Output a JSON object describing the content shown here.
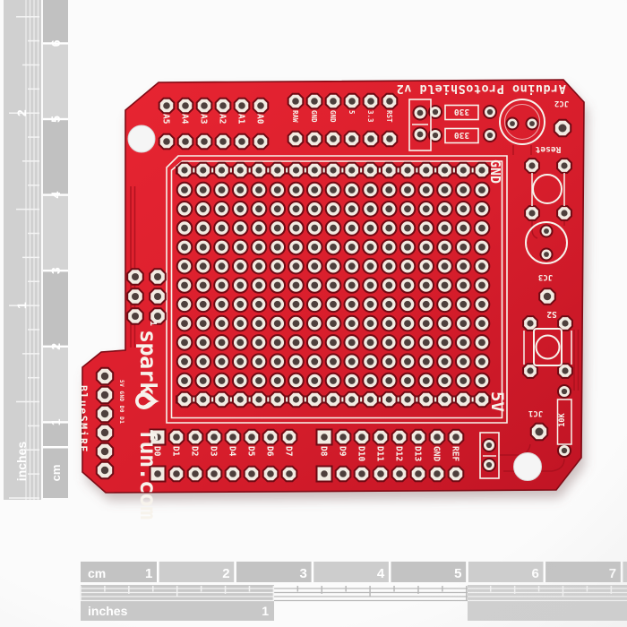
{
  "scene": {
    "type": "product-photo",
    "subject": "red prototyping shield PCB photographed on white background with measurement rulers"
  },
  "colors": {
    "pcb_red": "#e02330",
    "pcb_red_dark": "#c11625",
    "pcb_edge": "#7e0b15",
    "pad_halo": "#6e0a13",
    "silkscreen": "#f7f3ec",
    "pad_ring": "#f2ebe2",
    "pad_hole": "#4e403d",
    "trace": "#a8101d",
    "ruler_gray": "#c3c3c3",
    "ruler_gray_light": "#cfcfcf",
    "ruler_text": "#ffffff"
  },
  "board": {
    "title": "Arduino ProtoShield v2",
    "brand": "sparkfun.com",
    "brand_prefix": "spark",
    "brand_suffix": "fun.com",
    "rail_top": "GND",
    "rail_bottom": "5V",
    "analog_pins": [
      "A5",
      "A4",
      "A3",
      "A2",
      "A1",
      "A0"
    ],
    "power_pins": [
      "RAW",
      "GND",
      "GND",
      "5",
      "3.3",
      "RST"
    ],
    "digital_pins_a": [
      "D0",
      "D1",
      "D2",
      "D3",
      "D4",
      "D5",
      "D6",
      "D7"
    ],
    "digital_pins_b": [
      "D8",
      "D9",
      "D10",
      "D11",
      "D12",
      "D13",
      "GND",
      "REF"
    ],
    "refs": {
      "jc1": "JC1",
      "jc2": "JC2",
      "jc3": "JC3",
      "reset": "Reset",
      "s2": "S2",
      "r330_1": "330",
      "r330_2": "330",
      "r10k": "10K",
      "icsp_pin1": "1"
    },
    "bluesmirf": {
      "label": "BlueSMiRF",
      "pin_labels": "5V GND D0 D1"
    }
  },
  "rulers": {
    "left": {
      "cm_label": "cm",
      "inch_label": "inches",
      "cm_numbers": [
        "1",
        "2",
        "3",
        "4",
        "5",
        "6"
      ],
      "inch_numbers": [
        "1",
        "2"
      ]
    },
    "bottom": {
      "cm_label": "cm",
      "inch_label": "inches",
      "cm_numbers": [
        "1",
        "2",
        "3",
        "4",
        "5",
        "6",
        "7"
      ],
      "inch_numbers": [
        "1"
      ]
    }
  }
}
